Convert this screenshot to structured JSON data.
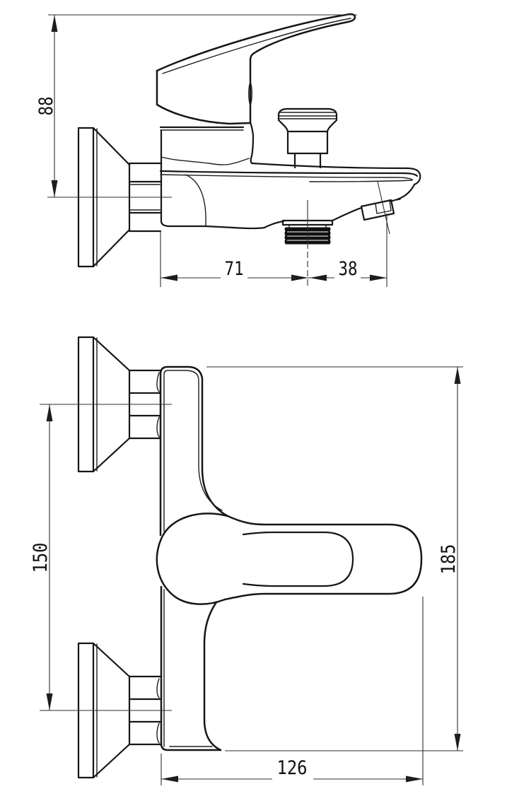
{
  "drawing": {
    "background": "#ffffff",
    "line_color": "#161616",
    "type": "faucet-installation-dimension-drawing",
    "views": {
      "side_view": {
        "dimensions": {
          "height_mm": "88",
          "wall_to_shower_outlet_mm": "71",
          "outlet_to_aerator_mm": "38"
        }
      },
      "front_view": {
        "dimensions": {
          "inlet_spacing_mm": "150",
          "overall_height_mm": "185",
          "overall_width_mm": "126"
        }
      }
    }
  }
}
